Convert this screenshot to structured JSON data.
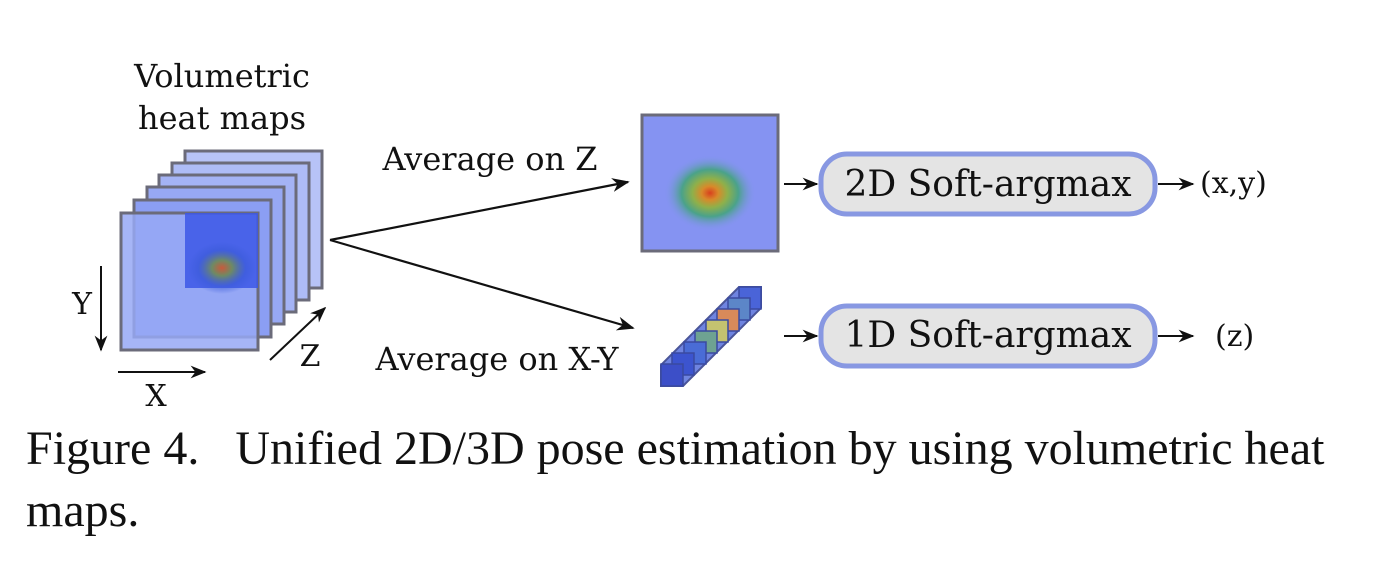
{
  "figure": {
    "volume_title_line1": "Volumetric",
    "volume_title_line2": "heat maps",
    "axis_y": "Y",
    "axis_x": "X",
    "axis_z": "Z",
    "branch_top_label": "Average on Z",
    "branch_bottom_label": "Average on X-Y",
    "soft_argmax_2d": "2D Soft-argmax",
    "soft_argmax_1d": "1D Soft-argmax",
    "output_2d": "(x,y)",
    "output_1d": "(z)",
    "colors": {
      "volume_fill": "#aebcf6",
      "heatmap_bg": "#8593f2",
      "box_fill": "#e4e4e4",
      "box_border": "#8898e2"
    }
  },
  "caption": {
    "number": "Figure 4.",
    "text": "Unified 2D/3D pose estimation by using volumetric heat maps."
  }
}
